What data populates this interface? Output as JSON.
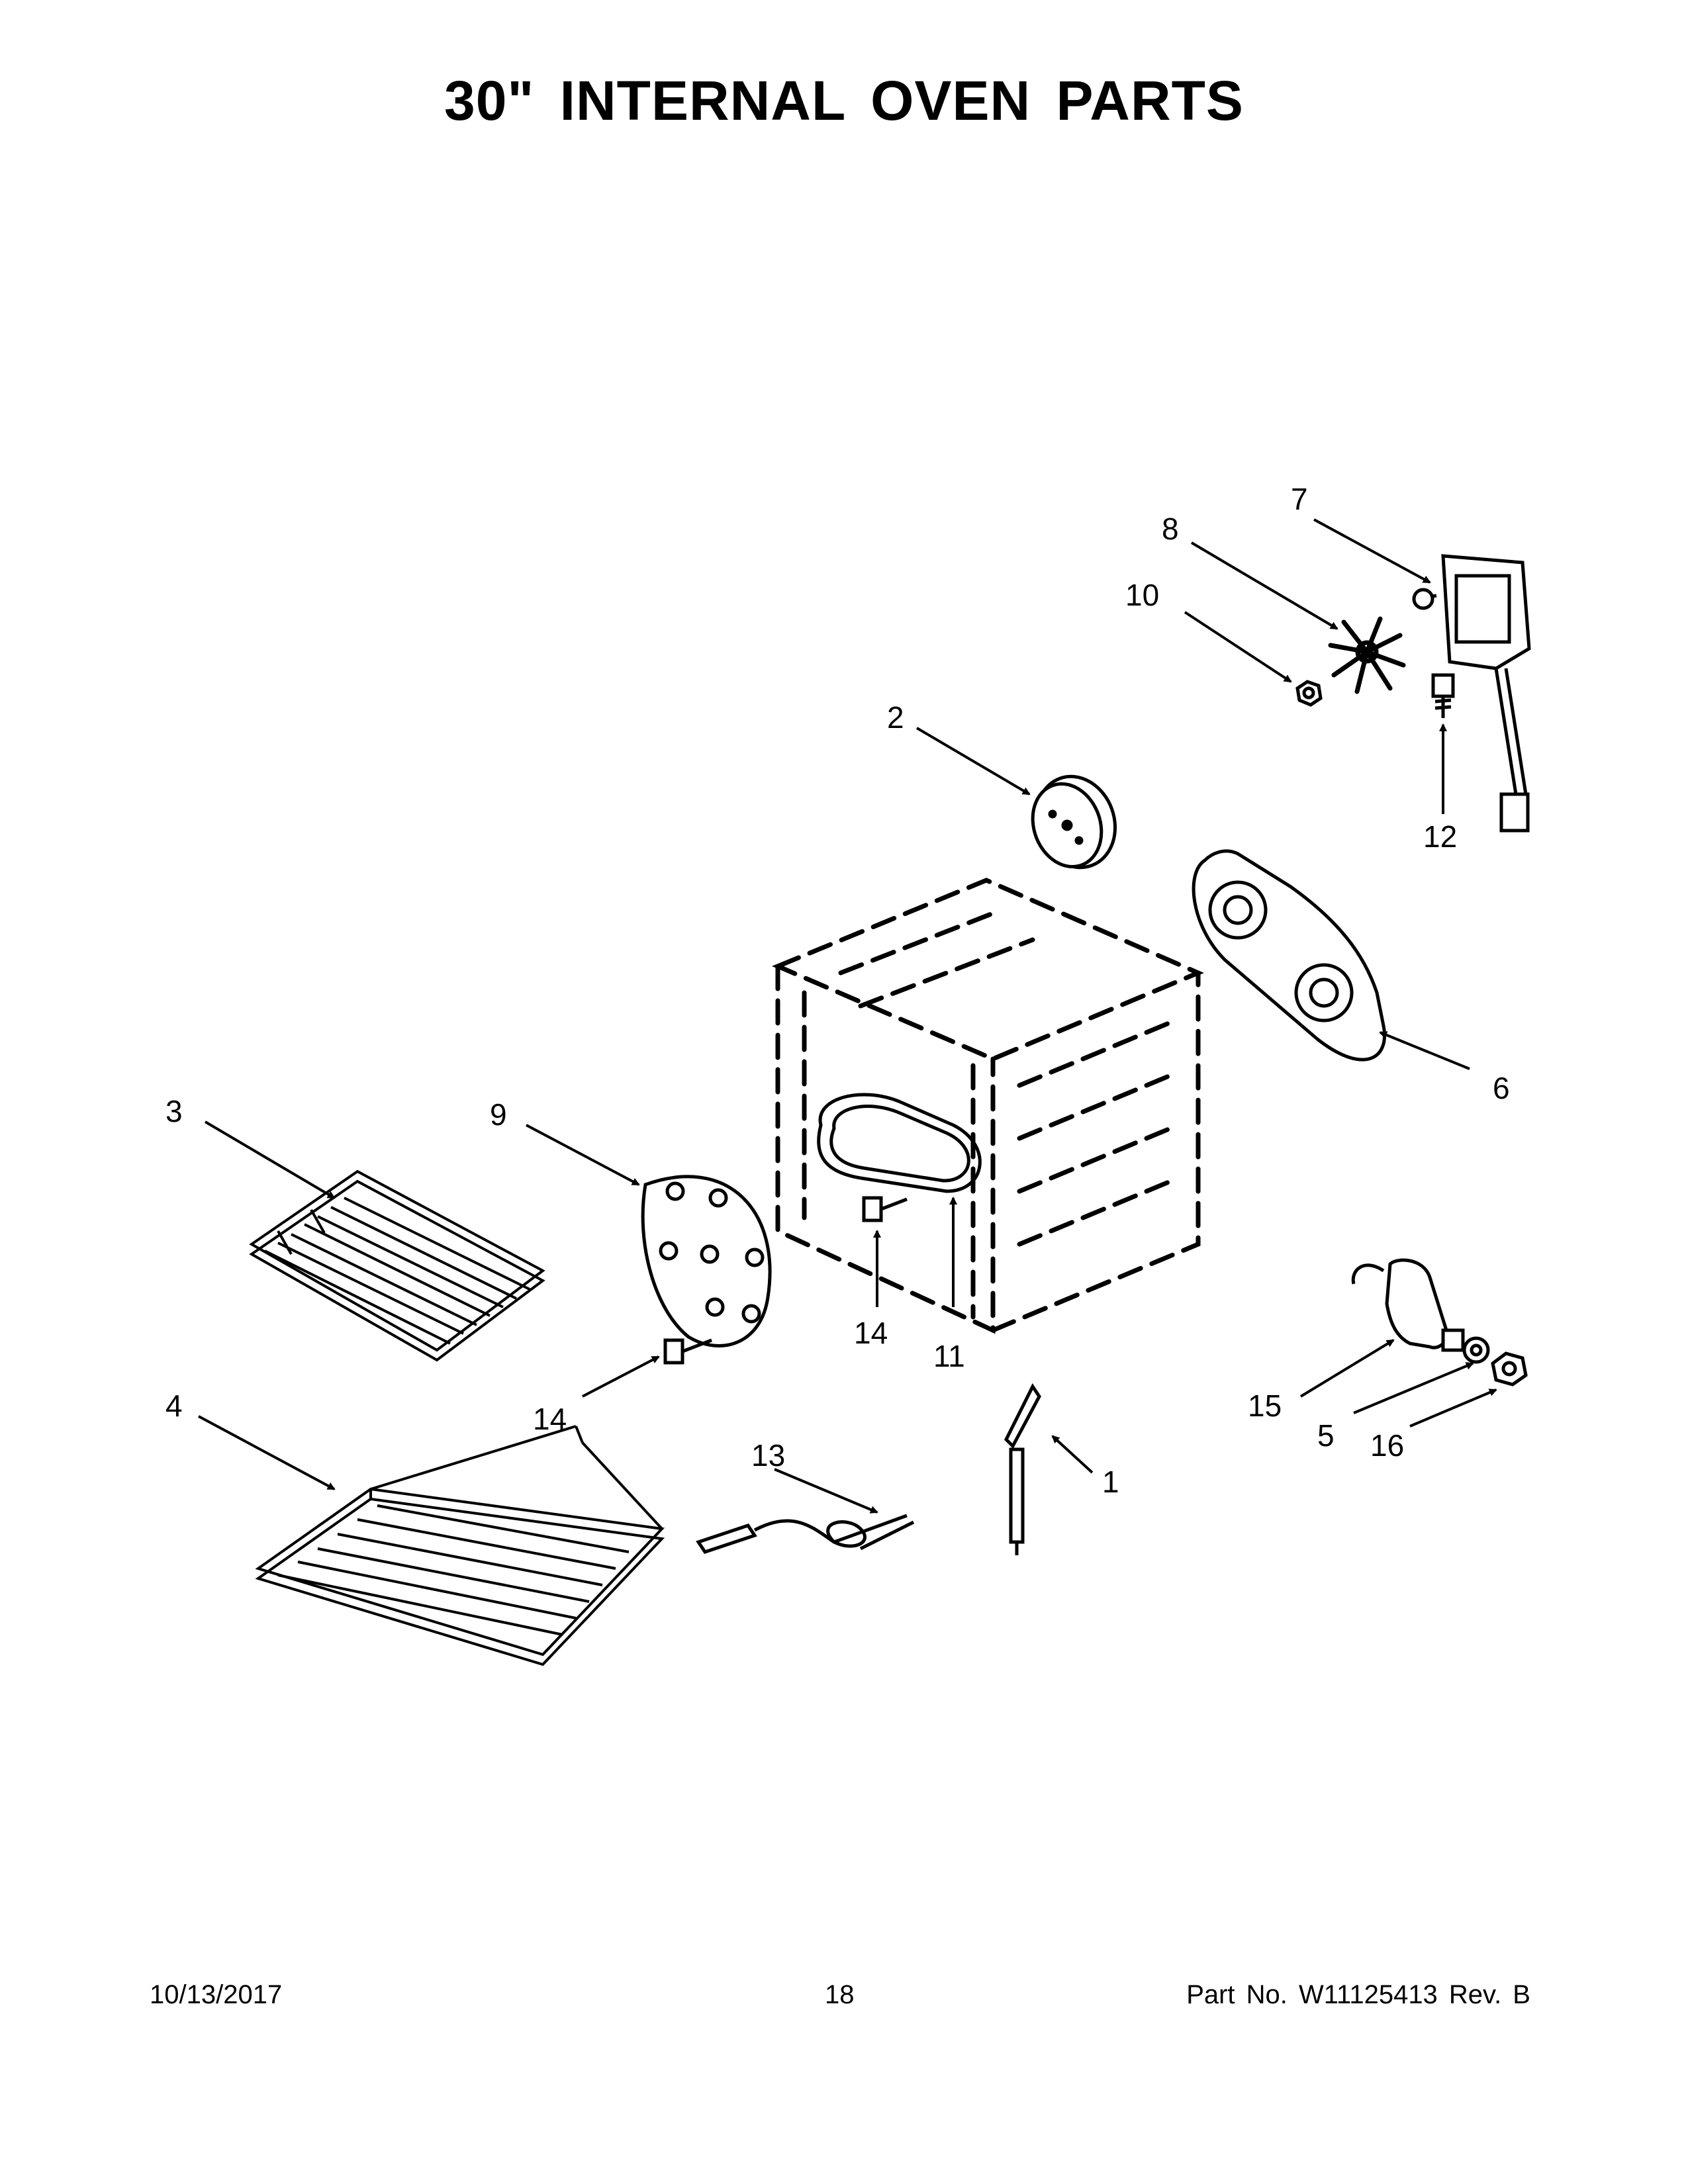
{
  "page": {
    "title": "30\" INTERNAL OVEN PARTS"
  },
  "footer": {
    "date": "10/13/2017",
    "page_number": "18",
    "part_number": "Part No.  W11125413  Rev.  B"
  },
  "callouts": [
    {
      "id": "1",
      "label": "1"
    },
    {
      "id": "2",
      "label": "2"
    },
    {
      "id": "3",
      "label": "3"
    },
    {
      "id": "4",
      "label": "4"
    },
    {
      "id": "5",
      "label": "5"
    },
    {
      "id": "6",
      "label": "6"
    },
    {
      "id": "7",
      "label": "7"
    },
    {
      "id": "8",
      "label": "8"
    },
    {
      "id": "9",
      "label": "9"
    },
    {
      "id": "10",
      "label": "10"
    },
    {
      "id": "11",
      "label": "11"
    },
    {
      "id": "12",
      "label": "12"
    },
    {
      "id": "13",
      "label": "13"
    },
    {
      "id": "14a",
      "label": "14"
    },
    {
      "id": "14b",
      "label": "14"
    },
    {
      "id": "15",
      "label": "15"
    },
    {
      "id": "16",
      "label": "16"
    }
  ]
}
